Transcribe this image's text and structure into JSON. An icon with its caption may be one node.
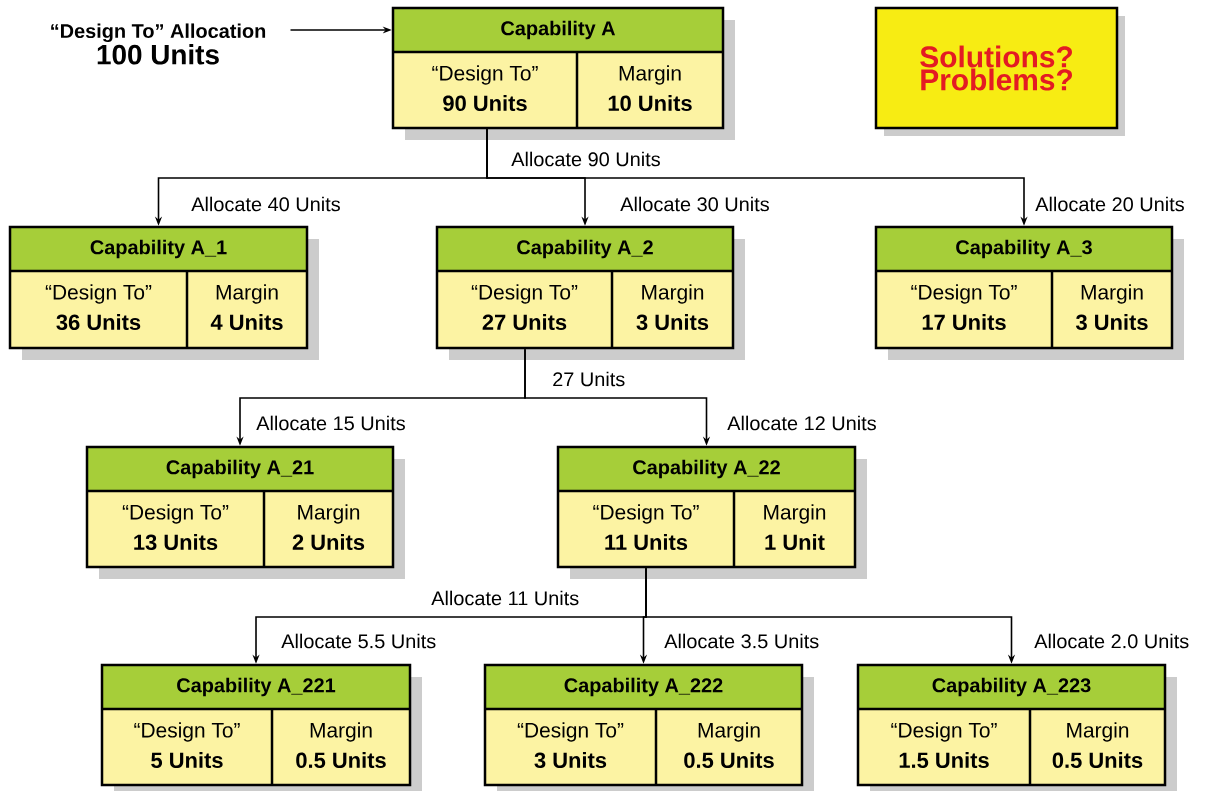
{
  "diagram": {
    "nodes": [
      {
        "text": [
          "“Design To” Allocation",
          "100 Units"
        ]
      },
      {
        "text": [
          "Capability A",
          "“Design To”",
          "90 Units",
          "Margin",
          "10 Units"
        ]
      },
      {
        "text": [
          "Solutions?",
          "Problems?"
        ]
      },
      {
        "text": [
          "Capability A_1",
          "“Design To”",
          "36 Units",
          "Margin",
          "4 Units"
        ]
      },
      {
        "text": [
          "Capability A_2",
          "“Design To”",
          "27 Units",
          "Margin",
          "3 Units"
        ]
      },
      {
        "text": [
          "Capability A_3",
          "“Design To”",
          "17 Units",
          "Margin",
          "3 Units"
        ]
      },
      {
        "text": [
          "Capability A_21",
          "“Design To”",
          "13 Units",
          "Margin",
          "2 Units"
        ]
      },
      {
        "text": [
          "Capability A_22",
          "“Design To”",
          "11 Units",
          "Margin",
          "1 Unit"
        ]
      },
      {
        "text": [
          "Capability A_221",
          "“Design To”",
          "5 Units",
          "Margin",
          "0.5 Units"
        ]
      },
      {
        "text": [
          "Capability A_222",
          "“Design To”",
          "3 Units",
          "Margin",
          "0.5 Units"
        ]
      },
      {
        "text": [
          "Capability A_223",
          "“Design To”",
          "1.5 Units",
          "Margin",
          "0.5 Units"
        ]
      }
    ],
    "edges": [
      {
        "from": 0,
        "to": 1,
        "arrow": "to"
      },
      {
        "from": 1,
        "to": 3,
        "arrow": "to",
        "label": "Allocate 40 Units"
      },
      {
        "from": 1,
        "to": 4,
        "arrow": "to",
        "label": "Allocate 30 Units"
      },
      {
        "from": 1,
        "to": 5,
        "arrow": "to",
        "label": "Allocate 20 Units"
      },
      {
        "from": 4,
        "to": 6,
        "arrow": "to",
        "label": "Allocate 15 Units"
      },
      {
        "from": 4,
        "to": 7,
        "arrow": "to",
        "label": "Allocate 12 Units"
      },
      {
        "from": 7,
        "to": 8,
        "arrow": "to",
        "label": "Allocate 5.5 Units"
      },
      {
        "from": 7,
        "to": 9,
        "arrow": "to",
        "label": "Allocate 3.5 Units"
      },
      {
        "from": 7,
        "to": 10,
        "arrow": "to",
        "label": "Allocate 2.0 Units"
      }
    ],
    "labels": [
      "Allocate 90 Units",
      "27 Units",
      "Allocate 11 Units"
    ]
  }
}
